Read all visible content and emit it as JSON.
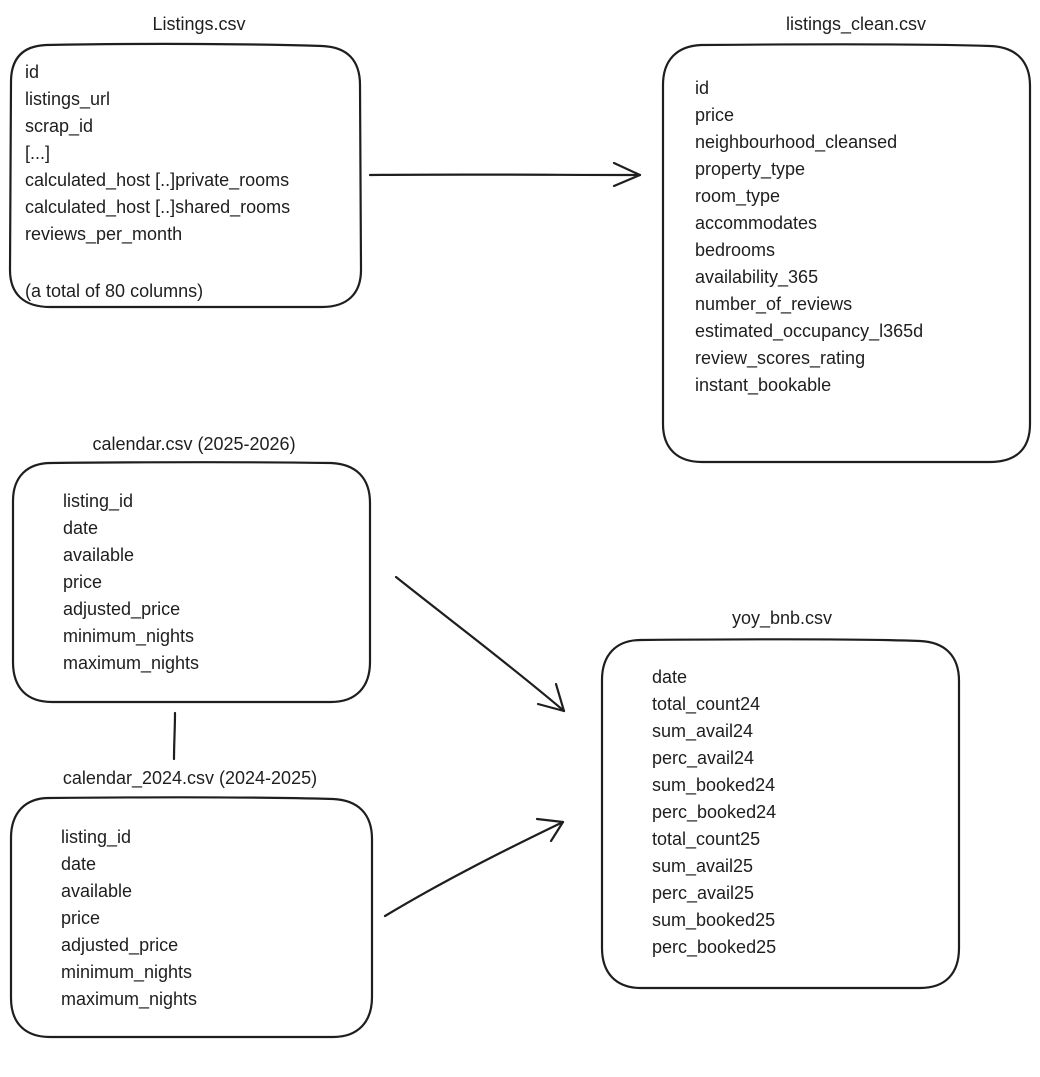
{
  "tables": {
    "listings": {
      "title": "Listings.csv",
      "fields": [
        "id",
        "listings_url",
        "scrap_id",
        "[...]",
        "calculated_host [..]private_rooms",
        "calculated_host [..]shared_rooms",
        "reviews_per_month"
      ],
      "note": "(a total of 80 columns)"
    },
    "listings_clean": {
      "title": "listings_clean.csv",
      "fields": [
        "id",
        "price",
        "neighbourhood_cleansed",
        "property_type",
        "room_type",
        "accommodates",
        "bedrooms",
        "availability_365",
        "number_of_reviews",
        "estimated_occupancy_l365d",
        "review_scores_rating",
        "instant_bookable"
      ]
    },
    "calendar": {
      "title": "calendar.csv (2025-2026)",
      "fields": [
        "listing_id",
        "date",
        "available",
        "price",
        "adjusted_price",
        "minimum_nights",
        "maximum_nights"
      ]
    },
    "calendar_2024": {
      "title": "calendar_2024.csv (2024-2025)",
      "fields": [
        "listing_id",
        "date",
        "available",
        "price",
        "adjusted_price",
        "minimum_nights",
        "maximum_nights"
      ]
    },
    "yoy_bnb": {
      "title": "yoy_bnb.csv",
      "fields": [
        "date",
        "total_count24",
        "sum_avail24",
        "perc_avail24",
        "sum_booked24",
        "perc_booked24",
        "total_count25",
        "sum_avail25",
        "perc_avail25",
        "sum_booked25",
        "perc_booked25"
      ]
    }
  },
  "connections": [
    {
      "from": "listings",
      "to": "listings_clean",
      "kind": "arrow"
    },
    {
      "from": "calendar",
      "to": "yoy_bnb",
      "kind": "arrow"
    },
    {
      "from": "calendar_2024",
      "to": "yoy_bnb",
      "kind": "arrow"
    },
    {
      "from": "calendar",
      "to": "calendar_2024",
      "kind": "line"
    }
  ]
}
